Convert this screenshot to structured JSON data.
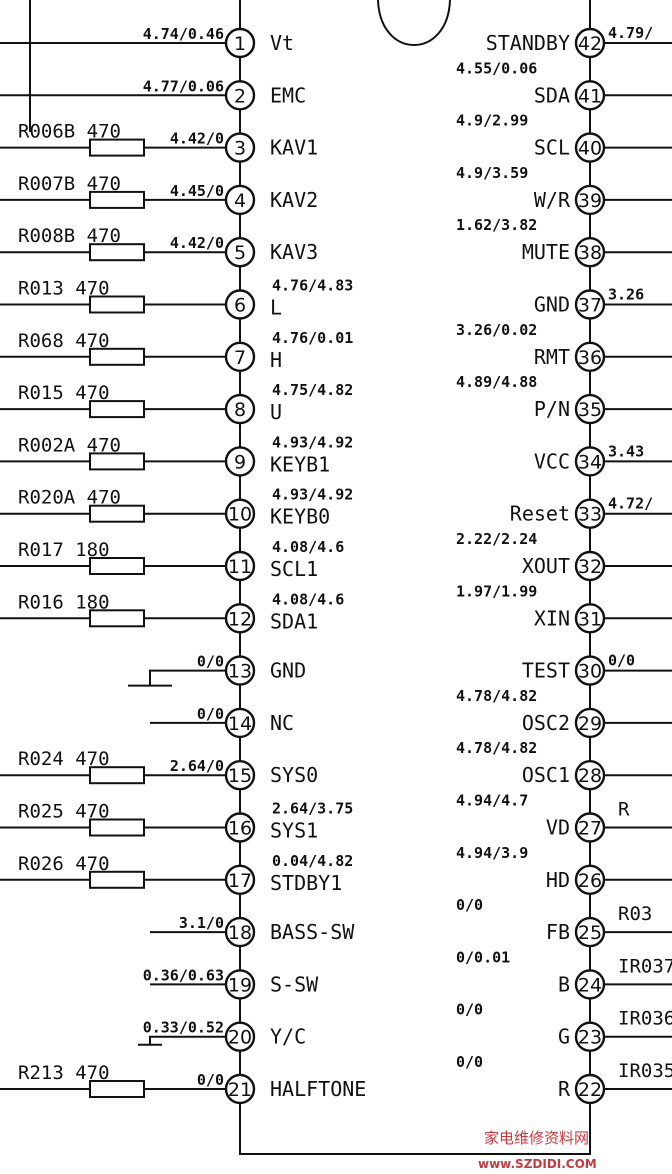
{
  "left_pins": [
    {
      "num": "1",
      "label": "Vt",
      "voltage": "4.74/0.46",
      "resistor": "",
      "gnd": false
    },
    {
      "num": "2",
      "label": "EMC",
      "voltage": "4.77/0.06",
      "resistor": "",
      "gnd": false
    },
    {
      "num": "3",
      "label": "KAV1",
      "voltage": "4.42/0",
      "resistor": "R006B 470",
      "gnd": false
    },
    {
      "num": "4",
      "label": "KAV2",
      "voltage": "4.45/0",
      "resistor": "R007B 470",
      "gnd": false
    },
    {
      "num": "5",
      "label": "KAV3",
      "voltage": "4.42/0",
      "resistor": "R008B 470",
      "gnd": false
    },
    {
      "num": "6",
      "label": "L",
      "voltage": "4.76/4.83",
      "resistor": "R013 470",
      "gnd": false
    },
    {
      "num": "7",
      "label": "H",
      "voltage": "4.76/0.01",
      "resistor": "R068 470",
      "gnd": false
    },
    {
      "num": "8",
      "label": "U",
      "voltage": "4.75/4.82",
      "resistor": "R015 470",
      "gnd": false
    },
    {
      "num": "9",
      "label": "KEYB1",
      "voltage": "4.93/4.92",
      "resistor": "R002A 470",
      "gnd": false
    },
    {
      "num": "10",
      "label": "KEYB0",
      "voltage": "4.93/4.92",
      "resistor": "R020A 470",
      "gnd": false
    },
    {
      "num": "11",
      "label": "SCL1",
      "voltage": "4.08/4.6",
      "resistor": "R017 180",
      "gnd": false
    },
    {
      "num": "12",
      "label": "SDA1",
      "voltage": "4.08/4.6",
      "resistor": "R016 180",
      "gnd": false
    },
    {
      "num": "13",
      "label": "GND",
      "voltage": "0/0",
      "resistor": "",
      "gnd": true
    },
    {
      "num": "14",
      "label": "NC",
      "voltage": "0/0",
      "resistor": "",
      "gnd": false
    },
    {
      "num": "15",
      "label": "SYS0",
      "voltage": "2.64/0",
      "resistor": "R024 470",
      "gnd": false
    },
    {
      "num": "16",
      "label": "SYS1",
      "voltage": "2.64/3.75",
      "resistor": "R025 470",
      "gnd": false
    },
    {
      "num": "17",
      "label": "STDBY1",
      "voltage": "0.04/4.82",
      "resistor": "R026 470",
      "gnd": false
    },
    {
      "num": "18",
      "label": "BASS-SW",
      "voltage": "3.1/0",
      "resistor": "",
      "gnd": false
    },
    {
      "num": "19",
      "label": "S-SW",
      "voltage": "0.36/0.63",
      "resistor": "",
      "gnd": false
    },
    {
      "num": "20",
      "label": "Y/C",
      "voltage": "0.33/0.52",
      "resistor": "",
      "gnd": true
    },
    {
      "num": "21",
      "label": "HALFTONE",
      "voltage": "0/0",
      "resistor": "R213 470",
      "gnd": false
    }
  ],
  "right_pins": [
    {
      "num": "42",
      "label": "STANDBY",
      "voltage": "",
      "wire_text": "4.79/",
      "tag": ""
    },
    {
      "num": "41",
      "label": "SDA",
      "voltage": "4.55/0.06",
      "wire_text": "",
      "tag": ""
    },
    {
      "num": "40",
      "label": "SCL",
      "voltage": "4.9/2.99",
      "wire_text": "",
      "tag": ""
    },
    {
      "num": "39",
      "label": "W/R",
      "voltage": "4.9/3.59",
      "wire_text": "",
      "tag": ""
    },
    {
      "num": "38",
      "label": "MUTE",
      "voltage": "1.62/3.82",
      "wire_text": "",
      "tag": ""
    },
    {
      "num": "37",
      "label": "GND",
      "voltage": "",
      "wire_text": "3.26",
      "tag": ""
    },
    {
      "num": "36",
      "label": "RMT",
      "voltage": "3.26/0.02",
      "wire_text": "",
      "tag": ""
    },
    {
      "num": "35",
      "label": "P/N",
      "voltage": "4.89/4.88",
      "wire_text": "",
      "tag": ""
    },
    {
      "num": "34",
      "label": "VCC",
      "voltage": "",
      "wire_text": "3.43",
      "tag": ""
    },
    {
      "num": "33",
      "label": "Reset",
      "voltage": "",
      "wire_text": "4.72/",
      "tag": ""
    },
    {
      "num": "32",
      "label": "XOUT",
      "voltage": "2.22/2.24",
      "wire_text": "",
      "tag": ""
    },
    {
      "num": "31",
      "label": "XIN",
      "voltage": "1.97/1.99",
      "wire_text": "",
      "tag": ""
    },
    {
      "num": "30",
      "label": "TEST",
      "voltage": "",
      "wire_text": "0/0",
      "tag": ""
    },
    {
      "num": "29",
      "label": "OSC2",
      "voltage": "4.78/4.82",
      "wire_text": "",
      "tag": ""
    },
    {
      "num": "28",
      "label": "OSC1",
      "voltage": "4.78/4.82",
      "wire_text": "",
      "tag": ""
    },
    {
      "num": "27",
      "label": "VD",
      "voltage": "4.94/4.7",
      "wire_text": "",
      "tag": "R"
    },
    {
      "num": "26",
      "label": "HD",
      "voltage": "4.94/3.9",
      "wire_text": "",
      "tag": ""
    },
    {
      "num": "25",
      "label": "FB",
      "voltage": "0/0",
      "wire_text": "",
      "tag": "R03"
    },
    {
      "num": "24",
      "label": "B",
      "voltage": "0/0.01",
      "wire_text": "",
      "tag": "IR037"
    },
    {
      "num": "23",
      "label": "G",
      "voltage": "0/0",
      "wire_text": "",
      "tag": "IR036"
    },
    {
      "num": "22",
      "label": "R",
      "voltage": "0/0",
      "wire_text": "",
      "tag": "IR035"
    }
  ],
  "watermark": {
    "line1": "家电维修资料网",
    "line2": "www.SZDIDI.COM",
    "color": "#c8393f"
  }
}
